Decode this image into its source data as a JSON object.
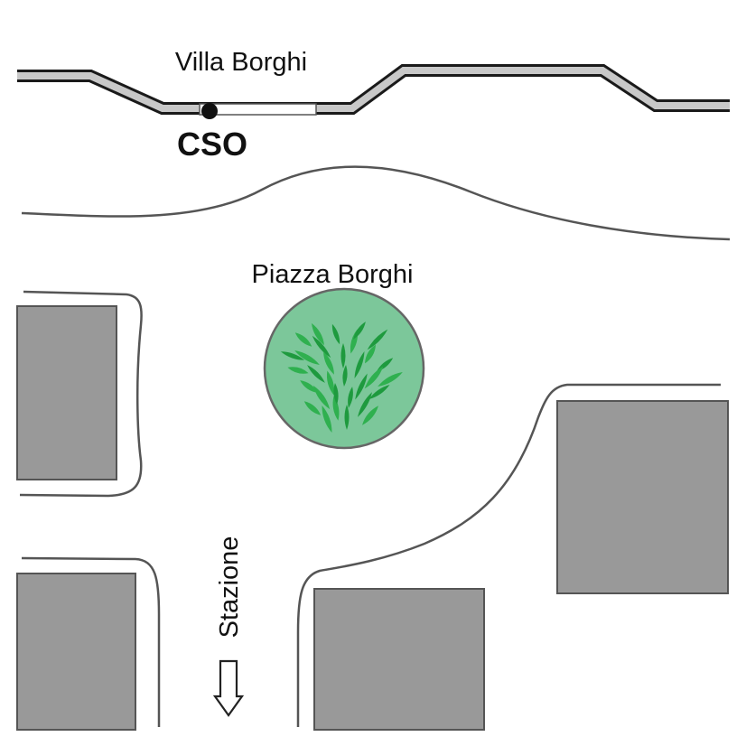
{
  "labels": {
    "villa": "Villa Borghi",
    "cso": "CSO",
    "piazza": "Piazza Borghi",
    "stazione": "Stazione"
  },
  "colors": {
    "building": "#999999",
    "building_stroke": "#555555",
    "rail_fill": "#c8c8c8",
    "rail_stroke": "#1a1a1a",
    "road_edge": "#555555",
    "roundabout_fill": "#7cc79a",
    "roundabout_stroke": "#666666",
    "leaf_light": "#2fb04f",
    "leaf_dark": "#1e9a3e",
    "marker": "#111111"
  },
  "icons": {
    "tree": "tree-foliage-icon",
    "direction_arrow": "arrow-down-icon",
    "cso_marker": "point-marker-icon"
  }
}
